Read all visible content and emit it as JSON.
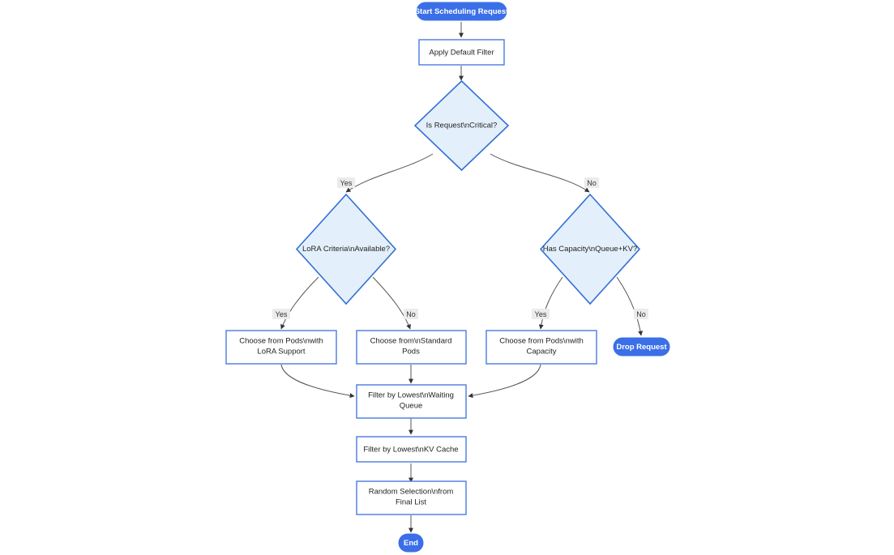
{
  "diagram": {
    "type": "flowchart",
    "direction": "top-down",
    "background_color": "#ffffff",
    "palette": {
      "terminal_fill": "#3b6fe8",
      "terminal_text": "#ffffff",
      "process_fill": "#ffffff",
      "process_stroke": "#4a7ae0",
      "decision_fill": "#e3f0fc",
      "decision_stroke": "#3570d4",
      "edge_stroke": "#555555",
      "edge_label_bg": "#ebebeb",
      "node_text": "#1f1f1f"
    },
    "nodes": {
      "start": {
        "label": "Start Scheduling Request",
        "shape": "stadium"
      },
      "apply_default_filter": {
        "label": "Apply Default Filter",
        "shape": "rect"
      },
      "is_request_critical": {
        "label": "Is Request\\nCritical?",
        "shape": "diamond"
      },
      "lora_criteria_available": {
        "label": "LoRA Criteria\\nAvailable?",
        "shape": "diamond"
      },
      "has_capacity": {
        "label": "Has Capacity\\nQueue+KV?",
        "shape": "diamond"
      },
      "choose_lora_pods": {
        "label_line1": "Choose from Pods\\nwith",
        "label_line2": "LoRA Support",
        "shape": "rect"
      },
      "choose_standard_pods": {
        "label_line1": "Choose from\\nStandard",
        "label_line2": "Pods",
        "shape": "rect"
      },
      "choose_capacity_pods": {
        "label_line1": "Choose from Pods\\nwith",
        "label_line2": "Capacity",
        "shape": "rect"
      },
      "drop_request": {
        "label": "Drop Request",
        "shape": "stadium"
      },
      "filter_waiting_queue": {
        "label_line1": "Filter by Lowest\\nWaiting",
        "label_line2": "Queue",
        "shape": "rect"
      },
      "filter_kv_cache": {
        "label": "Filter by Lowest\\nKV Cache",
        "shape": "rect"
      },
      "random_selection": {
        "label_line1": "Random Selection\\nfrom",
        "label_line2": "Final List",
        "shape": "rect"
      },
      "end": {
        "label": "End",
        "shape": "stadium"
      }
    },
    "edge_labels": {
      "critical_yes": "Yes",
      "critical_no": "No",
      "lora_yes": "Yes",
      "lora_no": "No",
      "capacity_yes": "Yes",
      "capacity_no": "No"
    }
  }
}
